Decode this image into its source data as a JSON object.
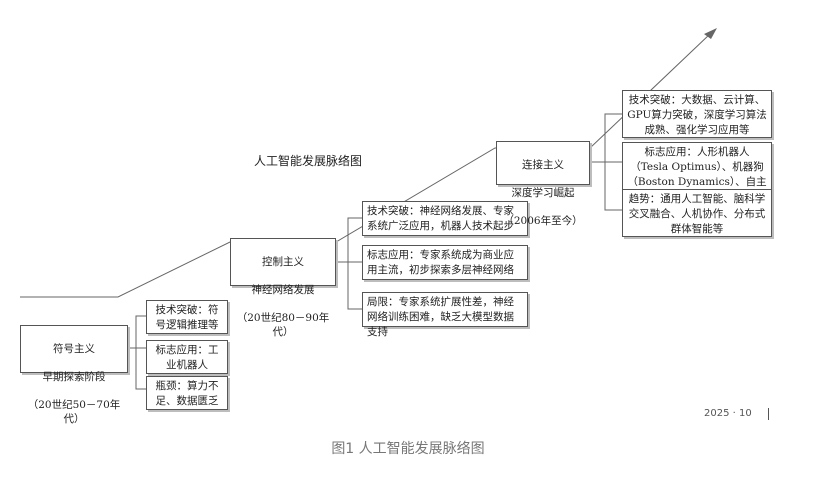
{
  "diagram": {
    "title": "人工智能发展脉络图",
    "stages": [
      {
        "name": "符号主义",
        "phase": "早期探索阶段",
        "period": "（20世纪50－70年代）",
        "items": [
          "技术突破：符号逻辑推理等",
          "标志应用：工业机器人",
          "瓶颈：算力不足、数据匮乏"
        ]
      },
      {
        "name": "控制主义",
        "phase": "神经网络发展",
        "period": "（20世纪80－90年代）",
        "items": [
          "技术突破：神经网络发展、专家系统广泛应用，机器人技术起步",
          "标志应用：专家系统成为商业应用主流，初步探索多层神经网络",
          "局限：专家系统扩展性差，神经网络训练困难，缺乏大模型数据支持"
        ]
      },
      {
        "name": "连接主义",
        "phase": "深度学习崛起",
        "period": "（2006年至今）",
        "items": [
          "技术突破：大数据、云计算、GPU算力突破，深度学习算法成熟、强化学习应用等",
          "标志应用：人形机器人（Tesla Optimus）、机器狗（Boston Dynamics）、自主无人机",
          "趋势：通用人工智能、脑科学交叉融合、人机协作、分布式群体智能等"
        ]
      }
    ]
  },
  "footer": {
    "issue": "2025 · 10",
    "caption": "图1 人工智能发展脉络图"
  }
}
